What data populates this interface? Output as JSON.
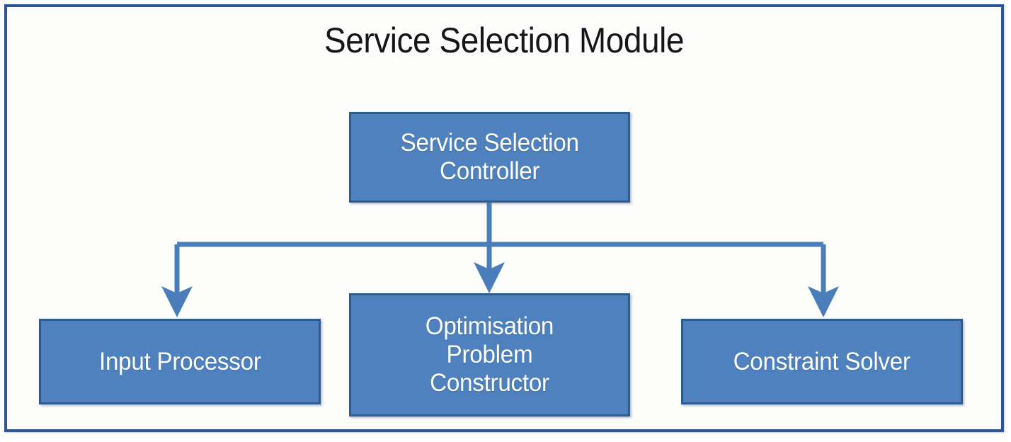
{
  "diagram": {
    "title": "Service Selection Module",
    "type": "block-diagram",
    "colors": {
      "panel_background": "#FDFDFC",
      "panel_border": "#2E5596",
      "node_fill": "#4E81BD",
      "node_border": "#2F5C8F",
      "node_text": "#FFFFFF",
      "title_text": "#161616",
      "connector": "#4A7EBB"
    },
    "nodes": [
      {
        "id": "controller",
        "label": "Service Selection\nController",
        "role": "parent"
      },
      {
        "id": "input-processor",
        "label": "Input Processor",
        "role": "child"
      },
      {
        "id": "optimisation",
        "label": "Optimisation\nProblem\nConstructor",
        "role": "child"
      },
      {
        "id": "constraint-solver",
        "label": "Constraint Solver",
        "role": "child"
      }
    ],
    "connectors": [
      {
        "id": "controller-to-input-processor",
        "from": "controller",
        "to": "input-processor",
        "style": "orthogonal-arrow"
      },
      {
        "id": "controller-to-optimisation",
        "from": "controller",
        "to": "optimisation",
        "style": "straight-arrow"
      },
      {
        "id": "controller-to-constraint-solver",
        "from": "controller",
        "to": "constraint-solver",
        "style": "orthogonal-arrow"
      }
    ]
  }
}
